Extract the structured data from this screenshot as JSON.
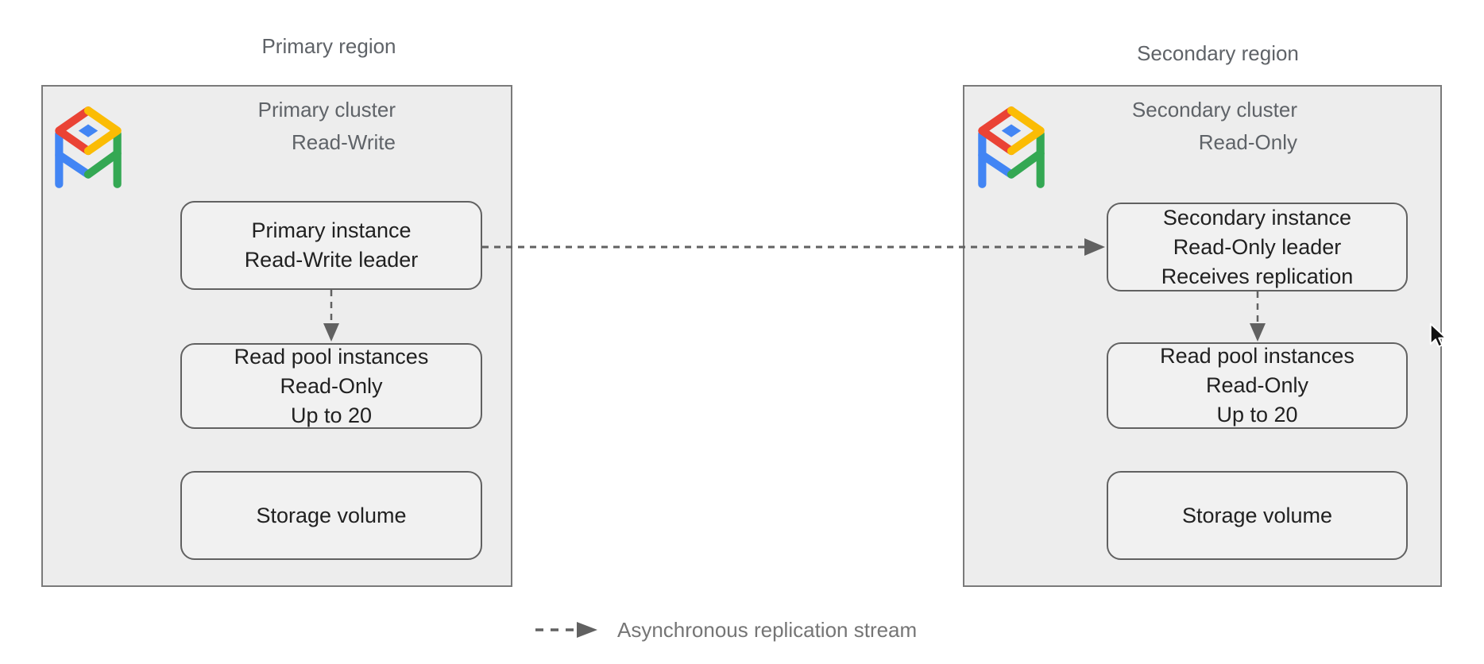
{
  "regions": {
    "primary_label": "Primary region",
    "secondary_label": "Secondary region"
  },
  "primary_cluster": {
    "title_line1": "Primary cluster",
    "title_line2": "Read-Write",
    "logo": "alloydb-icon",
    "boxes": [
      {
        "lines": [
          "Primary instance",
          "Read-Write leader"
        ]
      },
      {
        "lines": [
          "Read pool instances",
          "Read-Only",
          "Up to 20"
        ]
      },
      {
        "lines": [
          "Storage volume"
        ]
      }
    ]
  },
  "secondary_cluster": {
    "title_line1": "Secondary cluster",
    "title_line2": "Read-Only",
    "logo": "alloydb-icon",
    "boxes": [
      {
        "lines": [
          "Secondary instance",
          "Read-Only leader",
          "Receives replication"
        ]
      },
      {
        "lines": [
          "Read pool instances",
          "Read-Only",
          "Up to 20"
        ]
      },
      {
        "lines": [
          "Storage volume"
        ]
      }
    ]
  },
  "legend": {
    "label": "Asynchronous replication stream"
  },
  "colors": {
    "cluster_fill": "#ededed",
    "cluster_border": "#7a7a7a",
    "node_fill": "#f1f1f1",
    "node_border": "#616161",
    "arrow": "#616161",
    "text_dark": "#212121",
    "text_gray": "#5f6368",
    "legend_gray": "#757575",
    "logo_red": "#EA4335",
    "logo_yellow": "#FBBC04",
    "logo_green": "#34A853",
    "logo_blue": "#4285F4"
  }
}
